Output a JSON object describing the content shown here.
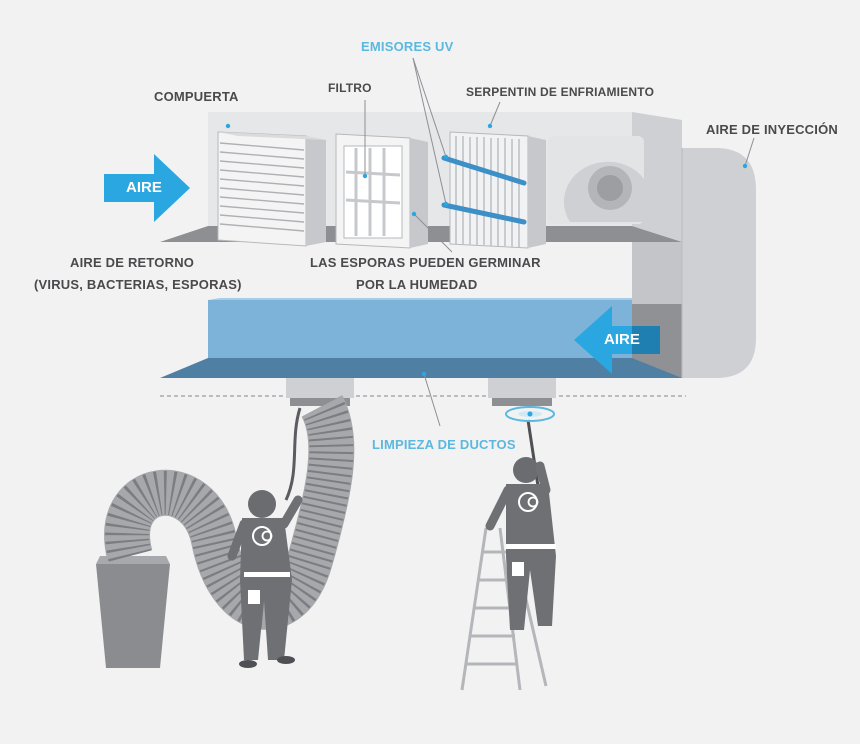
{
  "labels": {
    "emisores_uv": "EMISORES UV",
    "compuerta": "COMPUERTA",
    "filtro": "FILTRO",
    "serpentin": "SERPENTIN DE ENFRIAMIENTO",
    "aire_inyeccion": "AIRE DE INYECCIÓN",
    "aire_retorno_line1": "AIRE DE RETORNO",
    "aire_retorno_line2": "(VIRUS, BACTERIAS, ESPORAS)",
    "esporas_line1": "LAS ESPORAS PUEDEN GERMINAR",
    "esporas_line2": "POR LA HUMEDAD",
    "limpieza": "LIMPIEZA DE DUCTOS"
  },
  "arrows": {
    "left_arrow": "AIRE",
    "right_arrow": "AIRE"
  },
  "colors": {
    "accent_blue": "#2aa7e0",
    "label_blue": "#5bb8de",
    "dark_blue": "#1f7fb0",
    "duct_blue": "#7db3d9",
    "gray_dark": "#7d7f83",
    "gray_mid": "#b9bbbf",
    "gray_light": "#dedfe1",
    "text_gray": "#4a4a4c"
  },
  "icons": [
    "company-logo-icon",
    "fan-icon",
    "propeller-brush-icon"
  ]
}
